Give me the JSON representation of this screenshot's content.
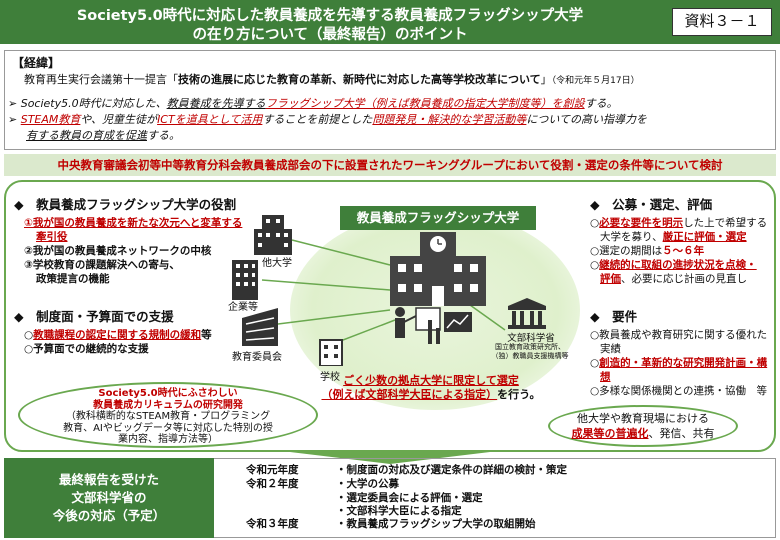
{
  "header": {
    "title_line1": "Society5.0時代に対応した教員養成を先導する教員養成フラッグシップ大学",
    "title_line2": "の在り方について（最終報告）のポイント",
    "doc_label": "資料３－１"
  },
  "background": {
    "heading": "【経緯】",
    "council_line_pre": "教育再生実行会議第十一提言「",
    "council_line_bold": "技術の進展に応じた教育の革新、新時代に対応した高等学校改革について",
    "council_line_post": "」",
    "council_date": "（令和元年５月17日）",
    "bullet1_a": "Society5.0時代に対応した、",
    "bullet1_b": "教員養成を先導する",
    "bullet1_c": "フラッグシップ大学（例えば教員養成の指定大学制度等）を創設",
    "bullet1_d": "する。",
    "bullet2_a": "STEAM教育",
    "bullet2_b": "や、児童生徒が",
    "bullet2_c": "ICTを道具として活用",
    "bullet2_d": "することを前提とした",
    "bullet2_e": "問題発見・解決的な学習活動等",
    "bullet2_f": "についての高い指導力を",
    "bullet2_g": "有する教員の育成を促進",
    "bullet2_h": "する。"
  },
  "green_band": "中央教育審議会初等中等教育分科会教員養成部会の下に設置されたワーキンググループにおいて役割・選定の条件等について検討",
  "roles": {
    "heading": "◆　教員養成フラッグシップ大学の役割",
    "item1_a": "①我が国の教員養成を新たな次元へと変革する",
    "item1_b": "牽引役",
    "item2": "②我が国の教員養成ネットワークの中核",
    "item3_a": "③学校教育の課題解決への寄与、",
    "item3_b": "政策提言の機能"
  },
  "support": {
    "heading": "◆　制度面・予算面での支援",
    "item1_a": "○",
    "item1_b": "教職課程の認定に関する規制の緩和",
    "item1_c": "等",
    "item2": "○予算面での継続的な支援"
  },
  "oval_left": {
    "line1": "Society5.0時代にふさわしい",
    "line2": "教員養成カリキュラムの研究開発",
    "line3": "（教科横断的なSTEAM教育・プログラミング",
    "line4": "教育、AIやビッグデータ等に対応した特別の授",
    "line5": "業内容、指導方法等）"
  },
  "center": {
    "title": "教員養成フラッグシップ大学",
    "label_other_univ": "他大学",
    "label_company": "企業等",
    "label_board": "教育委員会",
    "label_school": "学校",
    "label_mext": "文部科学省",
    "label_mext_sub1": "国立教育政策研究所、",
    "label_mext_sub2": "（独）教職員支援機構等",
    "selection_line1": "ごく少数の拠点大学に限定して選定",
    "selection_line2": "（例えば文部科学大臣による指定）",
    "selection_line3": "を行う。"
  },
  "selection": {
    "heading": "◆　公募・選定、評価",
    "i1_a": "○",
    "i1_b": "必要な要件を明示",
    "i1_c": "した上で希望する",
    "i1_d": "大学を募り、",
    "i1_e": "厳正に評価・選定",
    "i2_a": "○選定の期間は",
    "i2_b": "５～６年",
    "i3_a": "○",
    "i3_b": "継続的に取組の進捗状況を点検・",
    "i3_c": "評価",
    "i3_d": "、必要に応じ計画の見直し"
  },
  "requirements": {
    "heading": "◆　要件",
    "r1_a": "○教員養成や教育研究に関する優れた",
    "r1_b": "実績",
    "r2_a": "○",
    "r2_b": "創造的・革新的な研究開発計画・構",
    "r2_c": "想",
    "r3": "○多様な関係機関との連携・協働　等"
  },
  "oval_right": {
    "line1": "他大学や教育現場における",
    "line2_a": "成果等の普遍化",
    "line2_b": "、発信、共有"
  },
  "bottom": {
    "left_line1": "最終報告を受けた",
    "left_line2": "文部科学省の",
    "left_line3": "今後の対応（予定）",
    "year1": "令和元年度",
    "year2": "令和２年度",
    "year3": "令和３年度",
    "s1": "・制度面の対応及び選定条件の詳細の検討・策定",
    "s2": "・大学の公募",
    "s3": "・選定委員会による評価・選定",
    "s4": "・文部科学大臣による指定",
    "s5": "・教員養成フラッグシップ大学の取組開始"
  }
}
